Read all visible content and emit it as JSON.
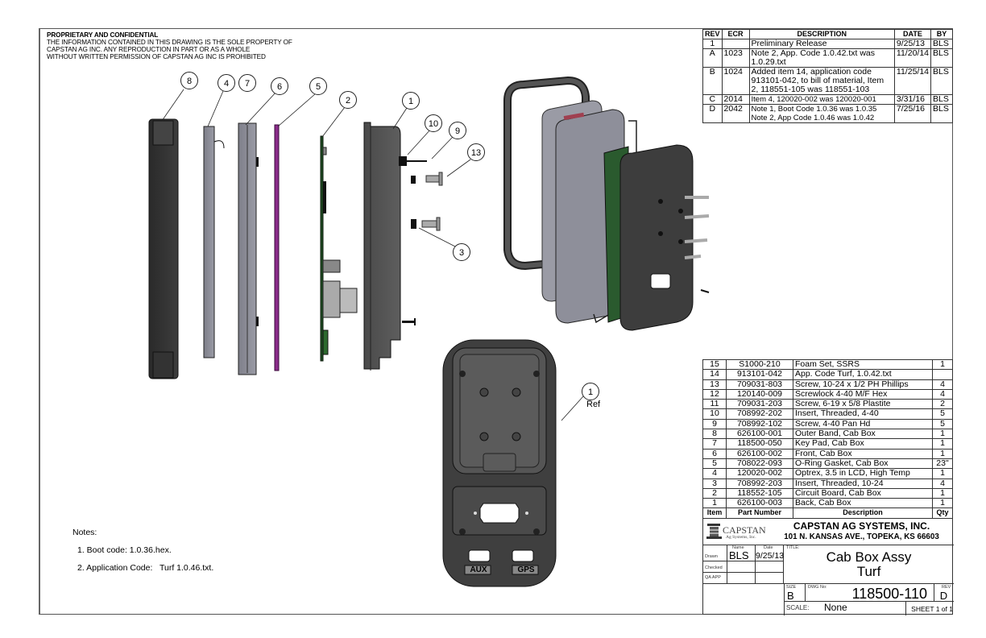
{
  "proprietary": {
    "heading": "PROPRIETARY AND CONFIDENTIAL",
    "lines": [
      "THE INFORMATION CONTAINED IN THIS DRAWING IS THE SOLE PROPERTY OF",
      "CAPSTAN AG INC. ANY REPRODUCTION IN PART OR AS A WHOLE",
      "WITHOUT WRITTEN PERMISSION OF CAPSTAN AG INC IS PROHIBITED"
    ]
  },
  "revisions": {
    "headers": [
      "REV",
      "ECR",
      "DESCRIPTION",
      "DATE",
      "BY"
    ],
    "rows": [
      {
        "rev": "1",
        "ecr": "",
        "desc": "Preliminary Release",
        "date": "9/25/13",
        "by": "BLS"
      },
      {
        "rev": "A",
        "ecr": "1023",
        "desc": "Note 2, App. Code 1.0.42.txt was 1.0.29.txt",
        "date": "11/20/14",
        "by": "BLS"
      },
      {
        "rev": "B",
        "ecr": "1024",
        "desc": "Added item 14, application code 913101-042, to bill of material, Item 2, 118551-105 was 118551-103",
        "date": "11/25/14",
        "by": "BLS"
      },
      {
        "rev": "C",
        "ecr": "2014",
        "desc": "Item 4, 120020-002 was 120020-001",
        "date": "3/31/16",
        "by": "BLS"
      },
      {
        "rev": "D",
        "ecr": "2042",
        "desc": "Note 1, Boot Code 1.0.36 was 1.0.35 Note 2, App Code 1.0.46 was 1.0.42",
        "date": "7/25/16",
        "by": "BLS"
      }
    ]
  },
  "bom": {
    "headers": [
      "Item",
      "Part Number",
      "Description",
      "Qty"
    ],
    "rows": [
      {
        "item": "15",
        "part": "S1000-210",
        "desc": "Foam Set, SSRS",
        "qty": "1"
      },
      {
        "item": "14",
        "part": "913101-042",
        "desc": "App. Code Turf, 1.0.42.txt",
        "qty": ""
      },
      {
        "item": "13",
        "part": "709031-803",
        "desc": "Screw, 10-24 x 1/2 PH Phillips",
        "qty": "4"
      },
      {
        "item": "12",
        "part": "120140-009",
        "desc": "Screwlock 4-40 M/F Hex",
        "qty": "4"
      },
      {
        "item": "11",
        "part": "709031-203",
        "desc": "Screw, 6-19 x 5/8 Plastite",
        "qty": "2"
      },
      {
        "item": "10",
        "part": "708992-202",
        "desc": "Insert, Threaded, 4-40",
        "qty": "5"
      },
      {
        "item": "9",
        "part": "708992-102",
        "desc": "Screw, 4-40 Pan Hd",
        "qty": "5"
      },
      {
        "item": "8",
        "part": "626100-001",
        "desc": "Outer Band, Cab Box",
        "qty": "1"
      },
      {
        "item": "7",
        "part": "118500-050",
        "desc": "Key Pad, Cab Box",
        "qty": "1"
      },
      {
        "item": "6",
        "part": "626100-002",
        "desc": "Front, Cab Box",
        "qty": "1"
      },
      {
        "item": "5",
        "part": "708022-093",
        "desc": "O-Ring Gasket, Cab Box",
        "qty": "23\""
      },
      {
        "item": "4",
        "part": "120020-002",
        "desc": "Optrex, 3.5 in LCD, High Temp",
        "qty": "1"
      },
      {
        "item": "3",
        "part": "708992-203",
        "desc": "Insert, Threaded, 10-24",
        "qty": "4"
      },
      {
        "item": "2",
        "part": "118552-105",
        "desc": "Circuit Board, Cab Box",
        "qty": "1"
      },
      {
        "item": "1",
        "part": "626100-003",
        "desc": "Back, Cab Box",
        "qty": "1"
      }
    ]
  },
  "title_block": {
    "logo_text": "CAPSTAN",
    "logo_sub": "Ag Systems, Inc.",
    "company": "CAPSTAN AG SYSTEMS, INC.",
    "address": "101 N. KANSAS AVE., TOPEKA, KS 66603",
    "name_label": "Name",
    "date_label": "Date",
    "drawn_label": "Drawn",
    "checked_label": "Checked",
    "qa_label": "QA APP",
    "drawn_name": "BLS",
    "drawn_date": "9/25/13",
    "title_label": "TITLE:",
    "title_line1": "Cab Box Assy",
    "title_line2": "Turf",
    "size_label": "SIZE",
    "size": "B",
    "dwg_label": "DWG No:",
    "dwg_no": "118500-110",
    "rev_label": "REV",
    "rev": "D",
    "scale_label": "SCALE:",
    "scale": "None",
    "sheet": "SHEET 1 of 1"
  },
  "notes": {
    "heading": "Notes:",
    "items": [
      "1. Boot code: 1.0.36.hex.",
      "2. Application Code:   Turf 1.0.46.txt."
    ]
  },
  "callouts": {
    "c8": "8",
    "c4": "4",
    "c7": "7",
    "c6": "6",
    "c5": "5",
    "c2": "2",
    "c1": "1",
    "c10": "10",
    "c9": "9",
    "c13": "13",
    "c3": "3",
    "c1ref": "1",
    "ref_label": "Ref"
  },
  "connector_labels": {
    "aux": "AUX",
    "gps": "GPS"
  }
}
